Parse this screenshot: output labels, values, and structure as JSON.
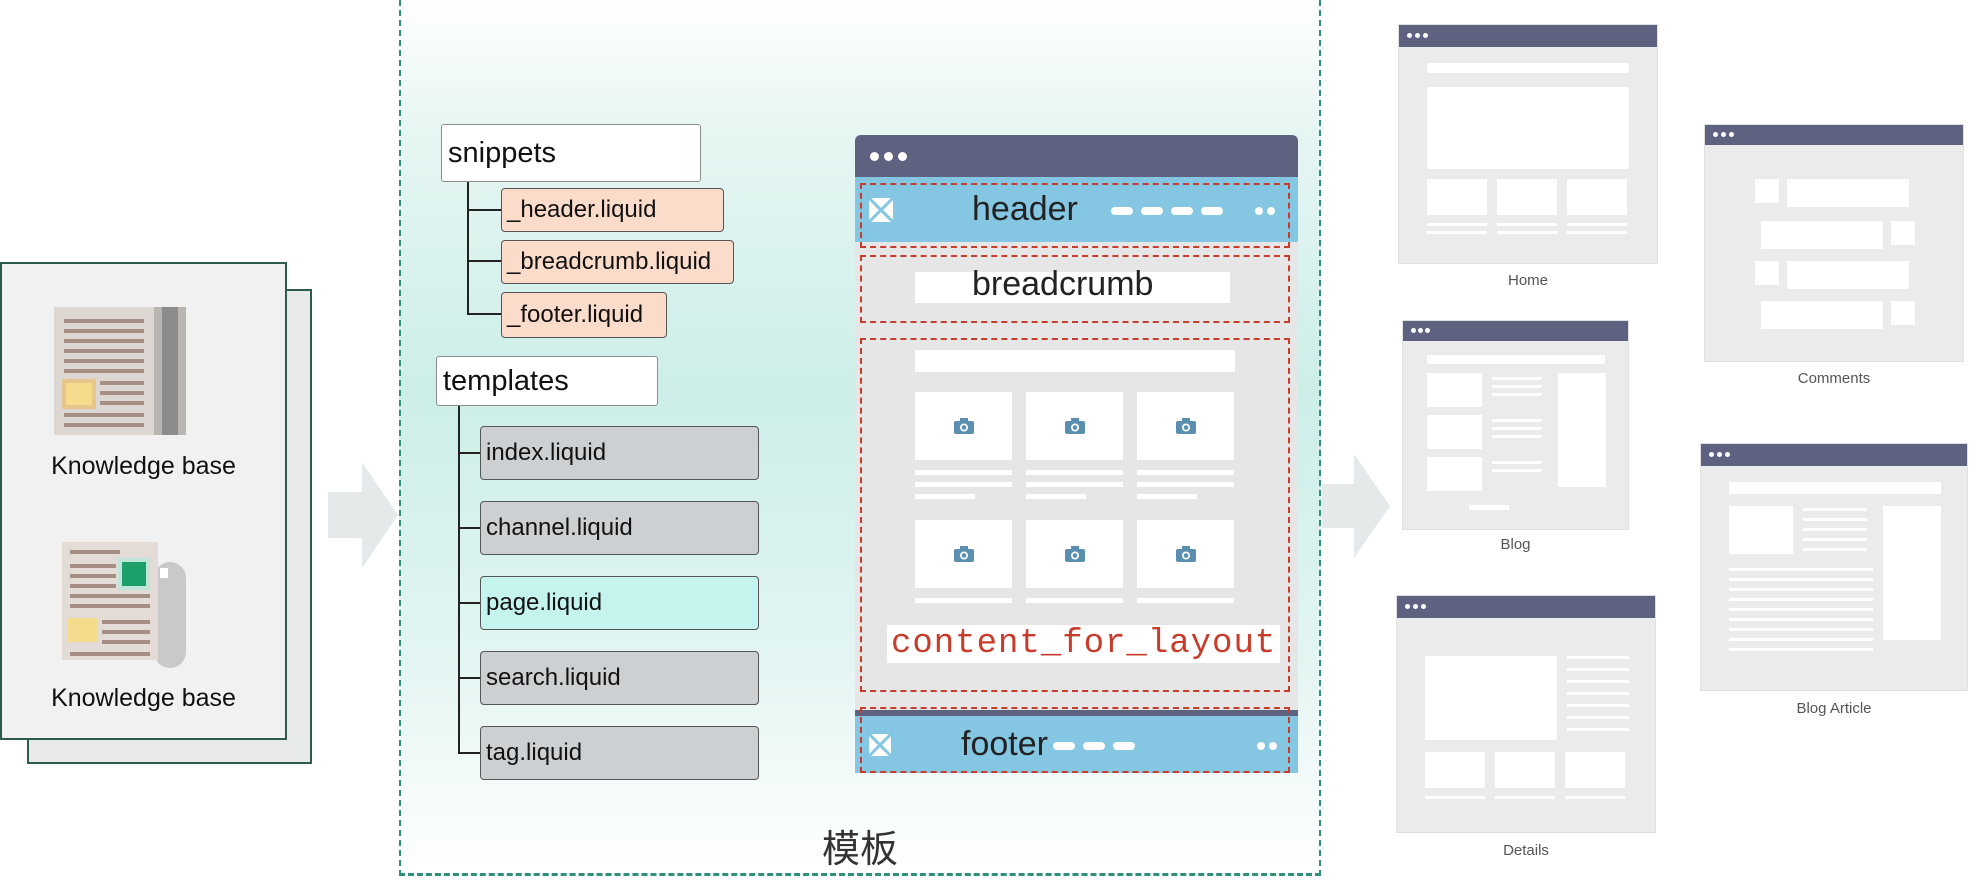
{
  "left": {
    "cards": [
      {
        "label": "Knowledge base",
        "icon": "newspaper-icon"
      },
      {
        "label": "Knowledge base",
        "icon": "document-icon"
      }
    ]
  },
  "template": {
    "caption": "模板",
    "snippets": {
      "folder": "snippets",
      "files": [
        "_header.liquid",
        "_breadcrumb.liquid",
        "_footer.liquid"
      ]
    },
    "templates": {
      "folder": "templates",
      "files": [
        "index.liquid",
        "channel.liquid",
        "page.liquid",
        "search.liquid",
        "tag.liquid"
      ]
    },
    "layout": {
      "header": "header",
      "breadcrumb": "breadcrumb",
      "content": "content_for_layout",
      "footer": "footer"
    }
  },
  "previews": {
    "home": "Home",
    "blog": "Blog",
    "details": "Details",
    "comments": "Comments",
    "blog_article": "Blog Article"
  },
  "colors": {
    "border_green": "#2f5b4c",
    "dash_teal": "#2e8f7a",
    "wire_bar": "#5e6280",
    "band_blue": "#85c6e2",
    "red_dash": "#c83c2c",
    "peach": "#fbdccb",
    "teal": "#c5f4ef",
    "gray": "#cdd0d3"
  }
}
